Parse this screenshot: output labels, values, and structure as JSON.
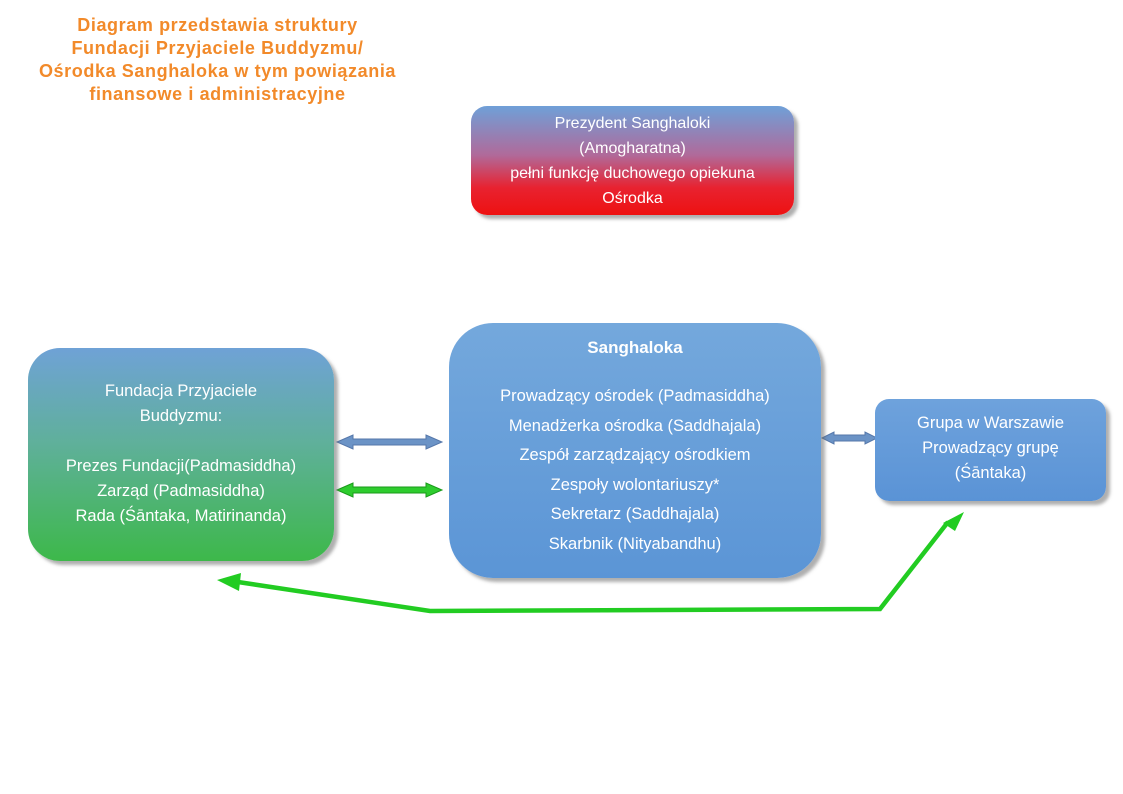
{
  "title": {
    "lines": [
      "Diagram przedstawia struktury",
      "Fundacji Przyjaciele Buddyzmu/",
      "Ośrodka Sanghaloka w tym powiązania",
      "finansowe i administracyjne"
    ]
  },
  "president": {
    "lines": [
      "Prezydent Sanghaloki",
      "(Amogharatna)",
      "pełni funkcję duchowego opiekuna",
      "Ośrodka"
    ]
  },
  "sanghaloka": {
    "title": "Sanghaloka",
    "lines": [
      "Prowadzący ośrodek (Padmasiddha)",
      "Menadżerka ośrodka (Saddhajala)",
      "Zespół zarządzający ośrodkiem",
      "Zespoły wolontariuszy*",
      "Sekretarz (Saddhajala)",
      "Skarbnik (Nityabandhu)"
    ]
  },
  "fundacja": {
    "lines": [
      "Fundacja Przyjaciele",
      "Buddyzmu:",
      "",
      "Prezes Fundacji(Padmasiddha)",
      "Zarząd (Padmasiddha)",
      "Rada (Śāntaka, Matirinanda)"
    ]
  },
  "warszawa": {
    "lines": [
      "Grupa w Warszawie",
      "Prowadzący grupę",
      "(Śāntaka)"
    ]
  },
  "colors": {
    "title": "#f28a2a",
    "blue_arrow": "#6b93c6",
    "green_arrow": "#22cc22"
  }
}
